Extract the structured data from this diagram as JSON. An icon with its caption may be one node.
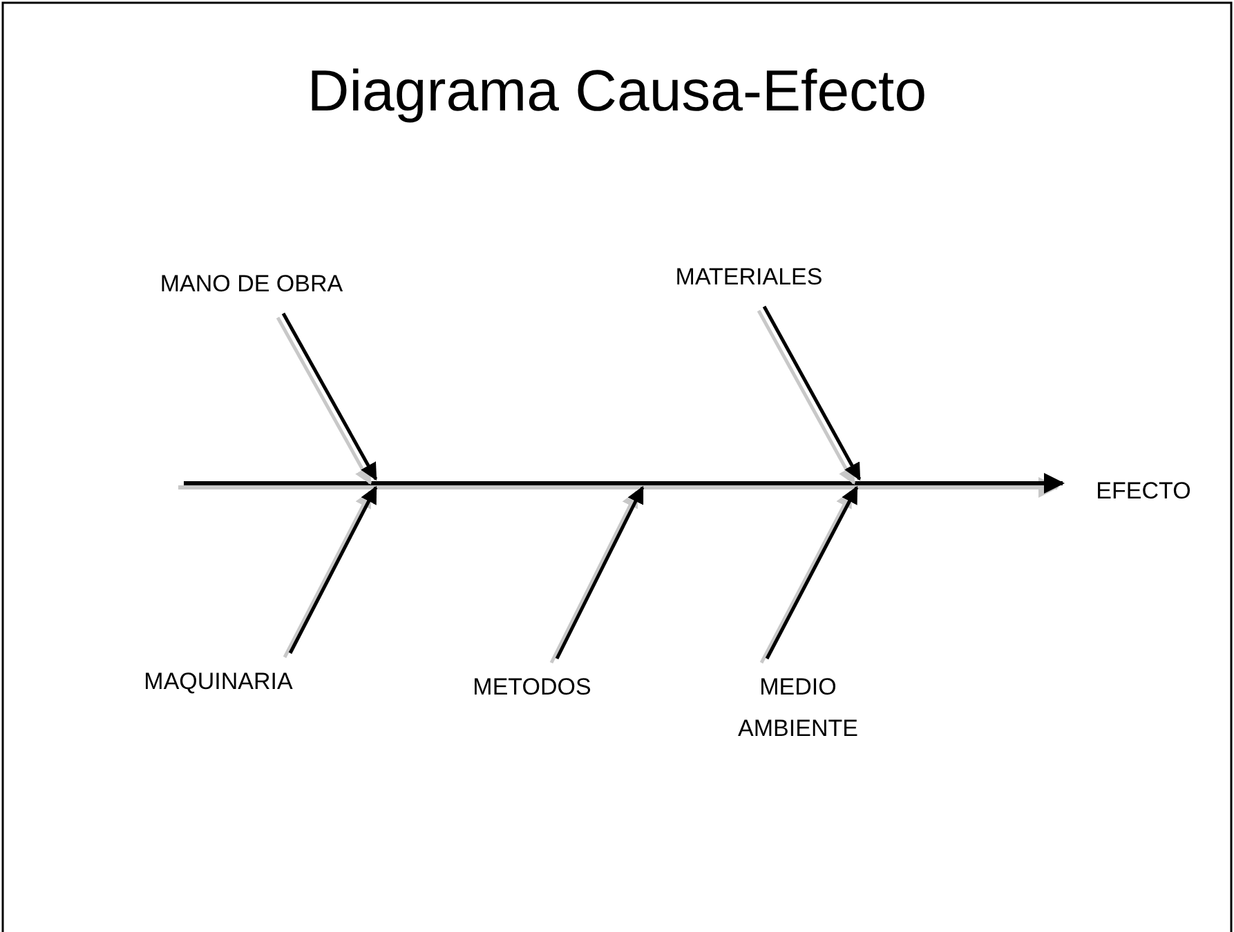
{
  "diagram": {
    "title": "Diagrama Causa-Efecto",
    "nodes": [
      {
        "text": [
          "MANO DE OBRA"
        ]
      },
      {
        "text": [
          "MATERIALES"
        ]
      },
      {
        "text": [
          "EFECTO"
        ]
      },
      {
        "text": [
          "MAQUINARIA"
        ]
      },
      {
        "text": [
          "METODOS"
        ]
      },
      {
        "text": [
          "MEDIO AMBIENTE"
        ]
      }
    ],
    "edges": [
      {
        "from": null,
        "to": 2,
        "arrow": "to"
      },
      {
        "from": 0,
        "to": null,
        "arrow": "to"
      },
      {
        "from": 1,
        "to": null,
        "arrow": "to"
      },
      {
        "from": 3,
        "to": null,
        "arrow": "to"
      },
      {
        "from": 4,
        "to": null,
        "arrow": "to"
      },
      {
        "from": 5,
        "to": null,
        "arrow": "to"
      }
    ]
  }
}
